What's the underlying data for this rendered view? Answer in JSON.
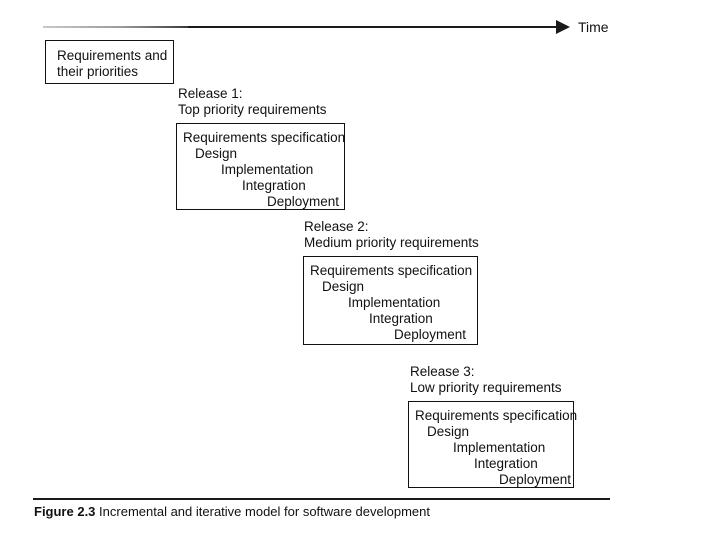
{
  "figure": {
    "time_axis": {
      "label": "Time",
      "arrow_icon": "arrow-right-icon"
    },
    "requirements_box": {
      "line_1": "Requirements and",
      "line_2": "their priorities"
    },
    "phase_labels": [
      "Requirements specification",
      "Design",
      "Implementation",
      "Integration",
      "Deployment"
    ],
    "releases": [
      {
        "title": "Release 1:",
        "subtitle": "Top priority requirements",
        "phases": [
          "Requirements specification",
          "Design",
          "Implementation",
          "Integration",
          "Deployment"
        ]
      },
      {
        "title": "Release 2:",
        "subtitle": "Medium priority requirements",
        "phases": [
          "Requirements specification",
          "Design",
          "Implementation",
          "Integration",
          "Deployment"
        ]
      },
      {
        "title": "Release 3:",
        "subtitle": "Low priority requirements",
        "phases": [
          "Requirements specification",
          "Design",
          "Implementation",
          "Integration",
          "Deployment"
        ]
      }
    ],
    "caption": {
      "number": "Figure 2.3",
      "text": "Incremental and iterative model for software development"
    },
    "colors": {
      "ink": "#111111",
      "background": "#ffffff"
    }
  }
}
